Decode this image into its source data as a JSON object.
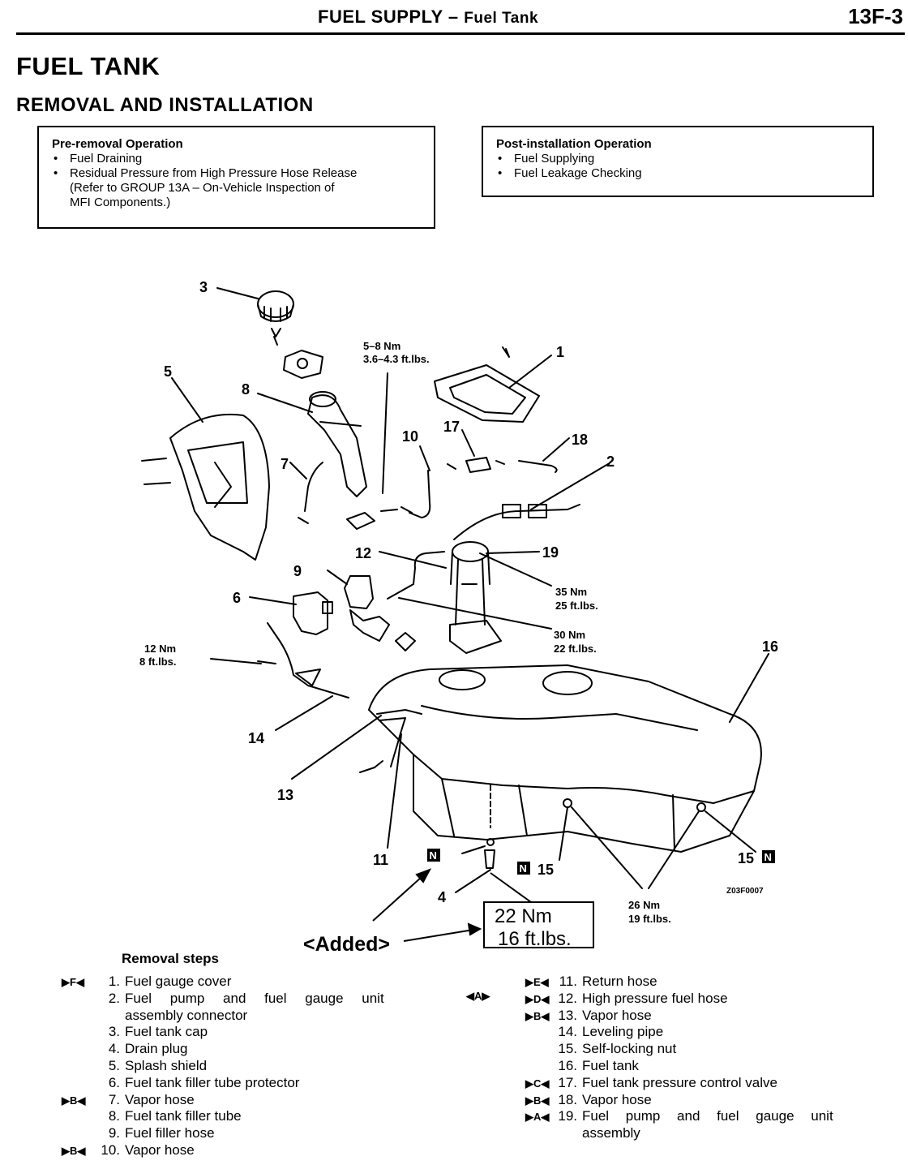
{
  "header": {
    "title_main": "FUEL SUPPLY –",
    "title_sub": "Fuel Tank",
    "page_number": "13F-3"
  },
  "section_title": "FUEL TANK",
  "subsection_title": "REMOVAL AND INSTALLATION",
  "pre_removal": {
    "title": "Pre-removal Operation",
    "items": [
      "Fuel Draining",
      "Residual Pressure from High Pressure Hose Release",
      "(Refer to GROUP 13A – On-Vehicle Inspection of",
      "MFI Components.)"
    ]
  },
  "post_installation": {
    "title": "Post-installation Operation",
    "items": [
      "Fuel Supplying",
      "Fuel Leakage Checking"
    ]
  },
  "diagram": {
    "callouts": [
      "1",
      "2",
      "3",
      "4",
      "5",
      "6",
      "7",
      "8",
      "9",
      "10",
      "11",
      "12",
      "13",
      "14",
      "15",
      "15",
      "16",
      "17",
      "18",
      "19"
    ],
    "torques": {
      "t1_a": "5–8 Nm",
      "t1_b": "3.6–4.3 ft.lbs.",
      "t2_a": "35 Nm",
      "t2_b": "25 ft.lbs.",
      "t3_a": "30 Nm",
      "t3_b": "22 ft.lbs.",
      "t4_a": "12 Nm",
      "t4_b": "8 ft.lbs.",
      "t5_a": "26 Nm",
      "t5_b": "19 ft.lbs."
    },
    "figure_code": "Z03F0007",
    "new_part_mark": "N",
    "added_label": "<Added>",
    "added_torque_a": "22 Nm",
    "added_torque_b": "16 ft.lbs."
  },
  "removal_steps": {
    "title": "Removal steps",
    "left": [
      {
        "mark": "▶F◀",
        "num": "1.",
        "text": "Fuel gauge cover"
      },
      {
        "mark": "",
        "num": "2.",
        "text": "Fuel pump and fuel gauge unit"
      },
      {
        "mark": "",
        "num": "",
        "text": "assembly connector"
      },
      {
        "mark": "",
        "num": "3.",
        "text": "Fuel tank cap"
      },
      {
        "mark": "",
        "num": "4.",
        "text": "Drain plug"
      },
      {
        "mark": "",
        "num": "5.",
        "text": "Splash shield"
      },
      {
        "mark": "",
        "num": "6.",
        "text": "Fuel tank filler tube protector"
      },
      {
        "mark": "▶B◀",
        "num": "7.",
        "text": "Vapor hose"
      },
      {
        "mark": "",
        "num": "8.",
        "text": "Fuel tank filler tube"
      },
      {
        "mark": "",
        "num": "9.",
        "text": "Fuel filler hose"
      },
      {
        "mark": "▶B◀",
        "num": "10.",
        "text": "Vapor hose"
      }
    ],
    "a_mark": "◀A▶",
    "right": [
      {
        "mark": "▶E◀",
        "num": "11.",
        "text": "Return hose"
      },
      {
        "mark": "▶D◀",
        "num": "12.",
        "text": "High pressure fuel hose"
      },
      {
        "mark": "▶B◀",
        "num": "13.",
        "text": "Vapor hose"
      },
      {
        "mark": "",
        "num": "14.",
        "text": "Leveling pipe"
      },
      {
        "mark": "",
        "num": "15.",
        "text": "Self-locking nut"
      },
      {
        "mark": "",
        "num": "16.",
        "text": "Fuel tank"
      },
      {
        "mark": "▶C◀",
        "num": "17.",
        "text": "Fuel tank pressure control valve"
      },
      {
        "mark": "▶B◀",
        "num": "18.",
        "text": "Vapor hose"
      },
      {
        "mark": "▶A◀",
        "num": "19.",
        "text": "Fuel pump and fuel gauge unit"
      },
      {
        "mark": "",
        "num": "",
        "text": "assembly"
      }
    ]
  }
}
